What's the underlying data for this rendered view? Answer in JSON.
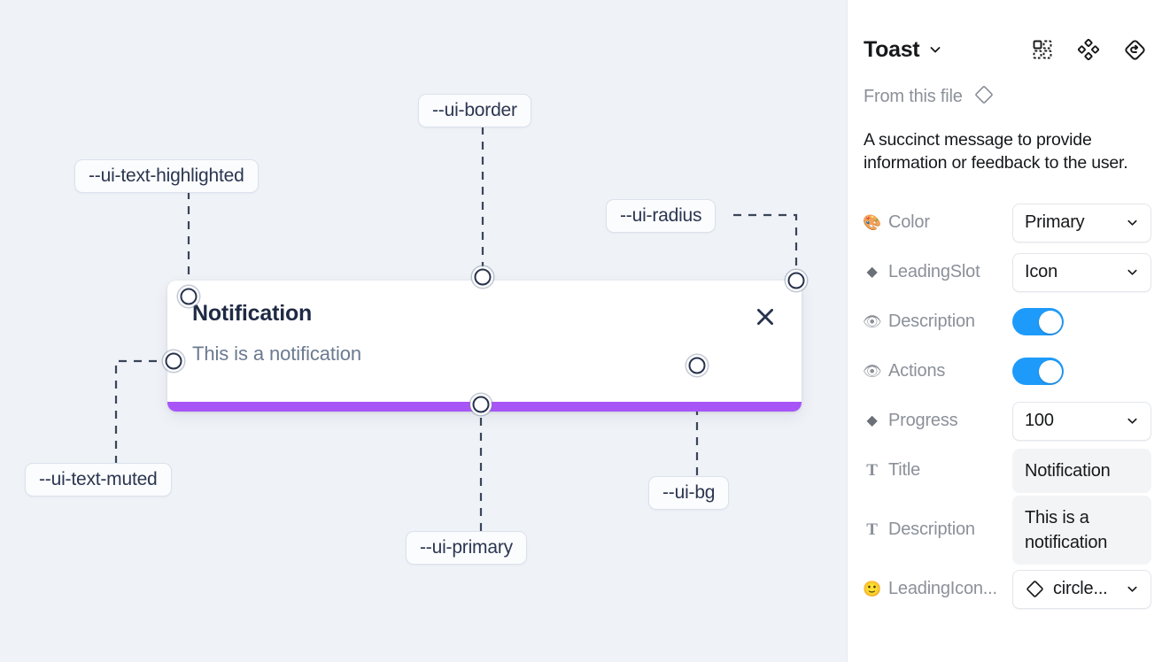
{
  "canvas": {
    "background_color": "#eff2f7",
    "toast": {
      "title": "Notification",
      "description": "This is a notification",
      "close_icon": "close-x-icon",
      "progress_color": "#a855f7",
      "background_color": "#ffffff"
    },
    "annotations": [
      {
        "id": "ui-text-highlighted",
        "label": "--ui-text-highlighted"
      },
      {
        "id": "ui-border",
        "label": "--ui-border"
      },
      {
        "id": "ui-radius",
        "label": "--ui-radius"
      },
      {
        "id": "ui-text-muted",
        "label": "--ui-text-muted"
      },
      {
        "id": "ui-primary",
        "label": "--ui-primary"
      },
      {
        "id": "ui-bg",
        "label": "--ui-bg"
      }
    ]
  },
  "panel": {
    "title": "Toast",
    "title_caret_icon": "chevron-down-icon",
    "header_icons": [
      {
        "name": "variants-grid-icon"
      },
      {
        "name": "component-set-icon"
      },
      {
        "name": "reset-instance-icon"
      }
    ],
    "from_file": {
      "label": "From this file",
      "icon": "diamond-component-icon"
    },
    "description": "A succinct message to provide information or feedback to the user.",
    "properties": [
      {
        "icon": "palette-emoji",
        "icon_glyph": "🎨",
        "label": "Color",
        "control": "select",
        "value": "Primary"
      },
      {
        "icon": "diamond-icon",
        "icon_glyph": "◆",
        "label": "LeadingSlot",
        "control": "select",
        "value": "Icon"
      },
      {
        "icon": "eye-emoji",
        "icon_glyph": "👁",
        "label": "Description",
        "control": "toggle",
        "value": "on"
      },
      {
        "icon": "eye-emoji",
        "icon_glyph": "👁",
        "label": "Actions",
        "control": "toggle",
        "value": "on"
      },
      {
        "icon": "diamond-icon",
        "icon_glyph": "◆",
        "label": "Progress",
        "control": "select",
        "value": "100"
      },
      {
        "icon": "text-t-icon",
        "icon_glyph": "T",
        "label": "Title",
        "control": "text",
        "value": "Notification"
      },
      {
        "icon": "text-t-icon",
        "icon_glyph": "T",
        "label": "Description",
        "control": "text",
        "value": "This is a notification"
      },
      {
        "icon": "smiley-emoji",
        "icon_glyph": "🙂",
        "label": "LeadingIcon...",
        "control": "icon-select",
        "value": "circle..."
      }
    ],
    "accent_color": "#1e9bfa"
  }
}
